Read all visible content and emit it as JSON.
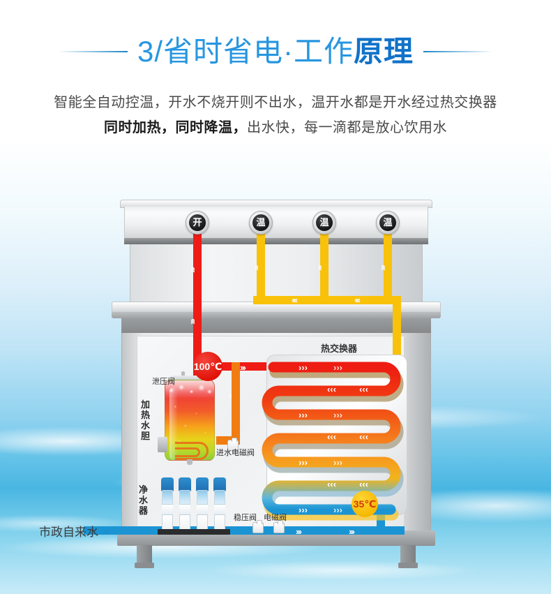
{
  "header": {
    "title_plain": "3/省时省电·工作原理",
    "title_normal": "3/省时省电·工作",
    "title_bold": "原理",
    "subtitle_line1": "智能全自动控温，开水不烧开则不出水，温开水都是开水经过热交换器",
    "subtitle_line2_bold": "同时加热，同时降温，",
    "subtitle_line2_rest": "出水快，每一滴都是放心饮用水",
    "accent_color": "#2796e0",
    "bold_color": "#1172c9"
  },
  "diagram": {
    "faucets": [
      {
        "label": "开",
        "pipe_color": "#ef1c16",
        "kind": "boiling"
      },
      {
        "label": "温",
        "pipe_color": "#f9c20a",
        "kind": "warm"
      },
      {
        "label": "温",
        "pipe_color": "#f9c20a",
        "kind": "warm"
      },
      {
        "label": "温",
        "pipe_color": "#f9c20a",
        "kind": "warm"
      }
    ],
    "badges": {
      "hot": "100℃",
      "cool": "35℃",
      "hot_bg": "#e01208",
      "hot_fg": "#ffffff",
      "cool_bg": "#f5b800",
      "cool_fg": "#d33a06"
    },
    "labels": {
      "heat_exchanger": "热交换器",
      "relief_valve": "泄压阀",
      "heating_tank": "加热水胆",
      "inlet_solenoid_valve": "进水电磁阀",
      "water_purifier": "净水器",
      "pressure_regulating_valve": "稳压阀",
      "solenoid_valve": "电磁阀",
      "municipal_tap_water": "市政自来水"
    },
    "pipe_colors": {
      "boiling_red": "#ef1c16",
      "warm_yellow": "#f9c20a",
      "hot_orange": "#f07c12",
      "cold_blue": "#1b94d4"
    },
    "flow_arrow": "›››"
  }
}
